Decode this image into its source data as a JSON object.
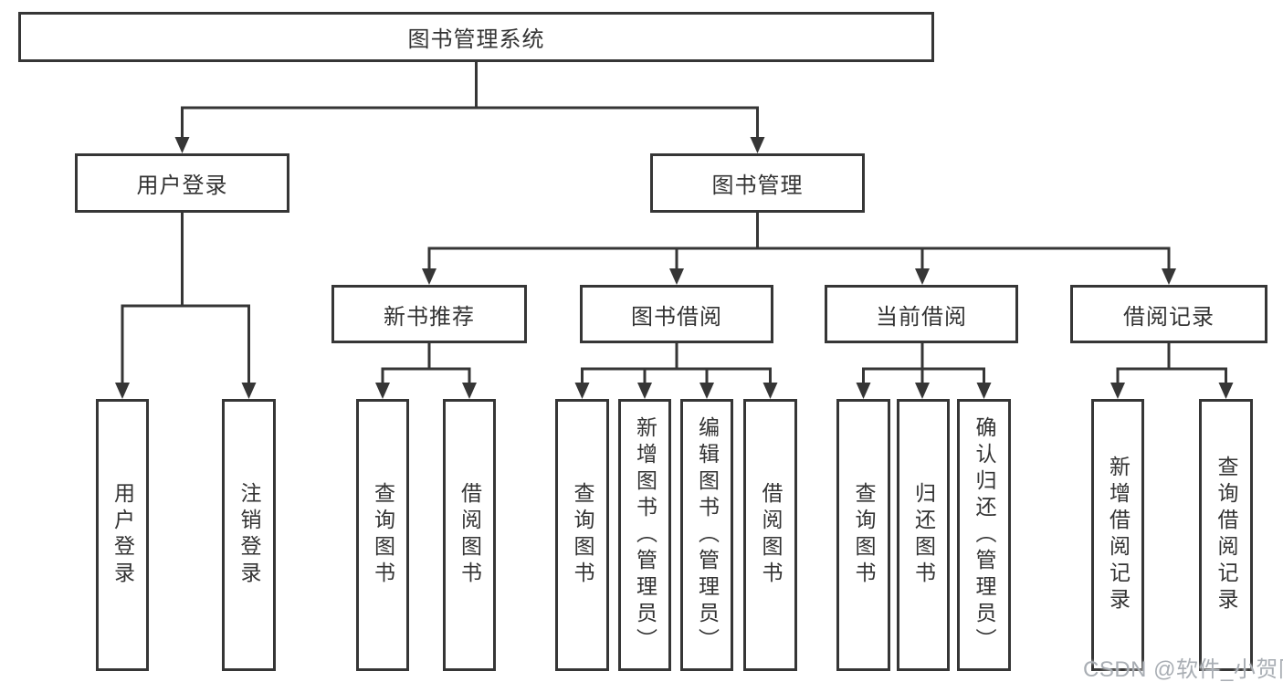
{
  "diagram": {
    "root": {
      "label": "图书管理系统"
    },
    "level2": {
      "user_login": {
        "label": "用户登录"
      },
      "book_mgmt": {
        "label": "图书管理"
      }
    },
    "level3": {
      "new_books": {
        "label": "新书推荐"
      },
      "book_borrow": {
        "label": "图书借阅"
      },
      "current_borrow": {
        "label": "当前借阅"
      },
      "borrow_records": {
        "label": "借阅记录"
      }
    },
    "leaves": {
      "user_login": [
        "用户登录",
        "注销登录"
      ],
      "new_books": [
        "查询图书",
        "借阅图书"
      ],
      "book_borrow": [
        "查询图书",
        "新增图书（管理员）",
        "编辑图书（管理员）",
        "借阅图书"
      ],
      "current_borrow": [
        "查询图书",
        "归还图书",
        "确认归还（管理员）"
      ],
      "borrow_records": [
        "新增借阅记录",
        "查询借阅记录"
      ]
    }
  },
  "watermark": {
    "text": "CSDN @软件_小贺同学"
  },
  "colors": {
    "line": "#363636",
    "text": "#333333",
    "watermark_text": "#a9aeb4",
    "background": "#ffffff"
  }
}
